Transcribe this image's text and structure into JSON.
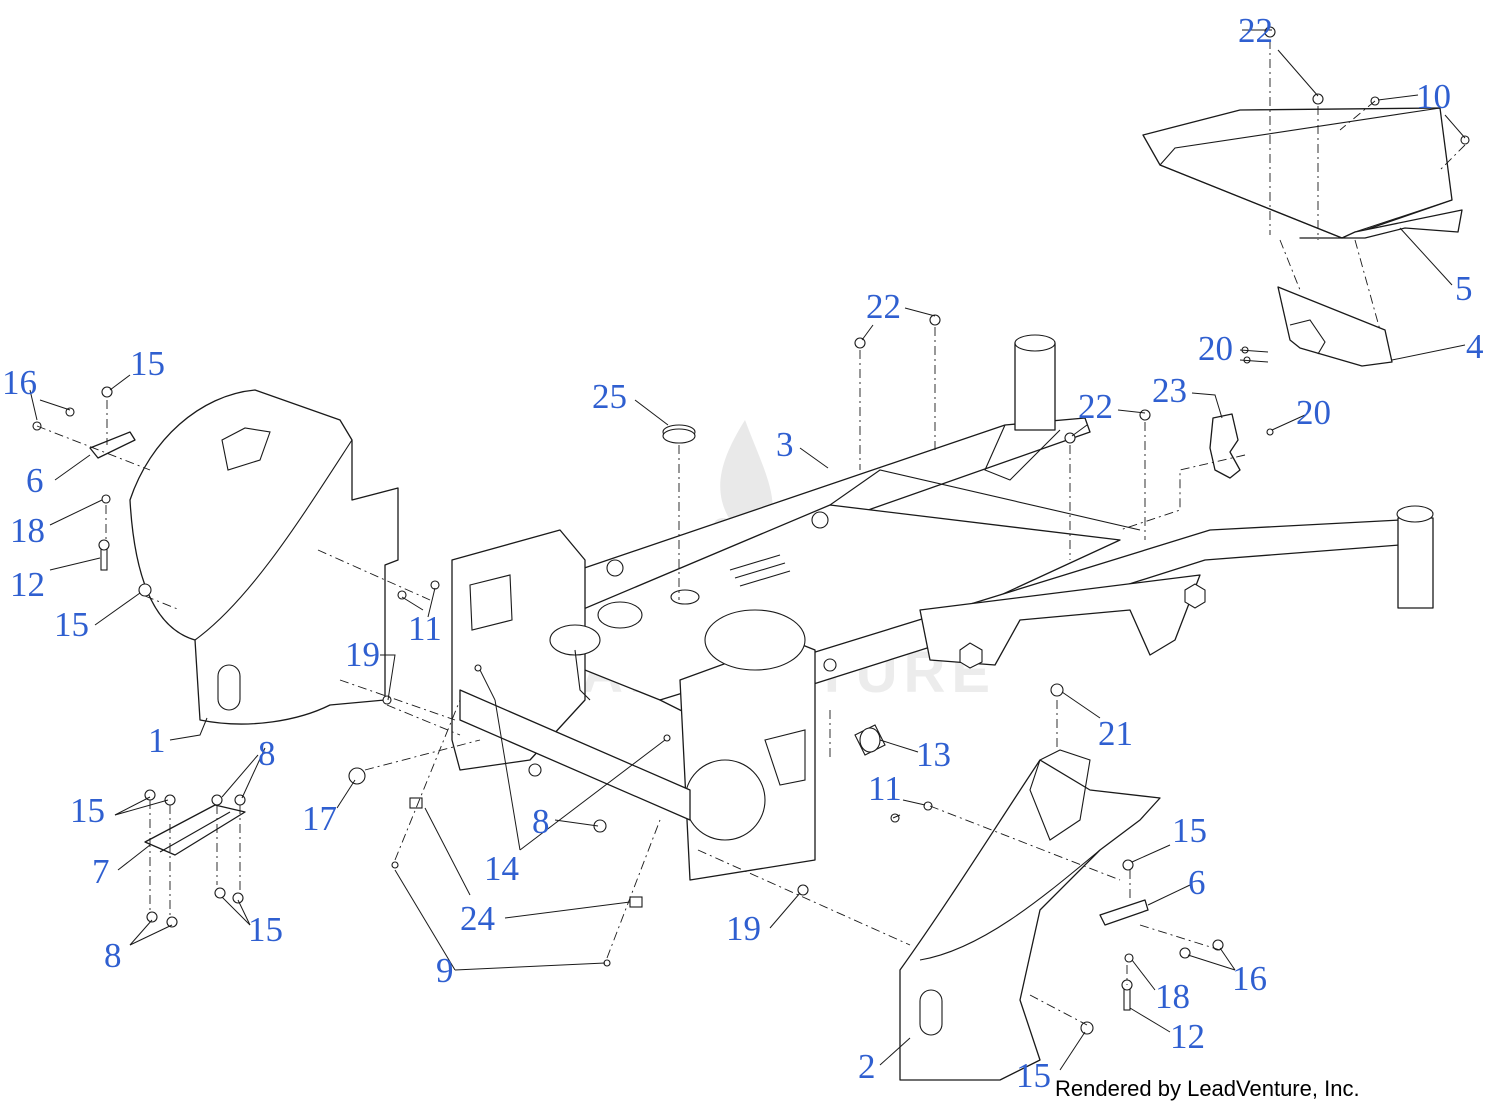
{
  "colors": {
    "callout": "#2f5fd0",
    "line": "#1a1a1a",
    "watermark": "#e9e9e9"
  },
  "watermark": {
    "text": "LEADVENTURE",
    "icon": "flame-logo-icon"
  },
  "credit": "Rendered by LeadVenture, Inc.",
  "callouts": [
    "22",
    "10",
    "5",
    "4",
    "20",
    "23",
    "20",
    "22",
    "22",
    "3",
    "25",
    "15",
    "16",
    "6",
    "18",
    "12",
    "15",
    "11",
    "19",
    "1",
    "8",
    "15",
    "7",
    "8",
    "15",
    "17",
    "8",
    "14",
    "24",
    "9",
    "19",
    "13",
    "21",
    "11",
    "15",
    "6",
    "16",
    "18",
    "12",
    "2",
    "15"
  ]
}
